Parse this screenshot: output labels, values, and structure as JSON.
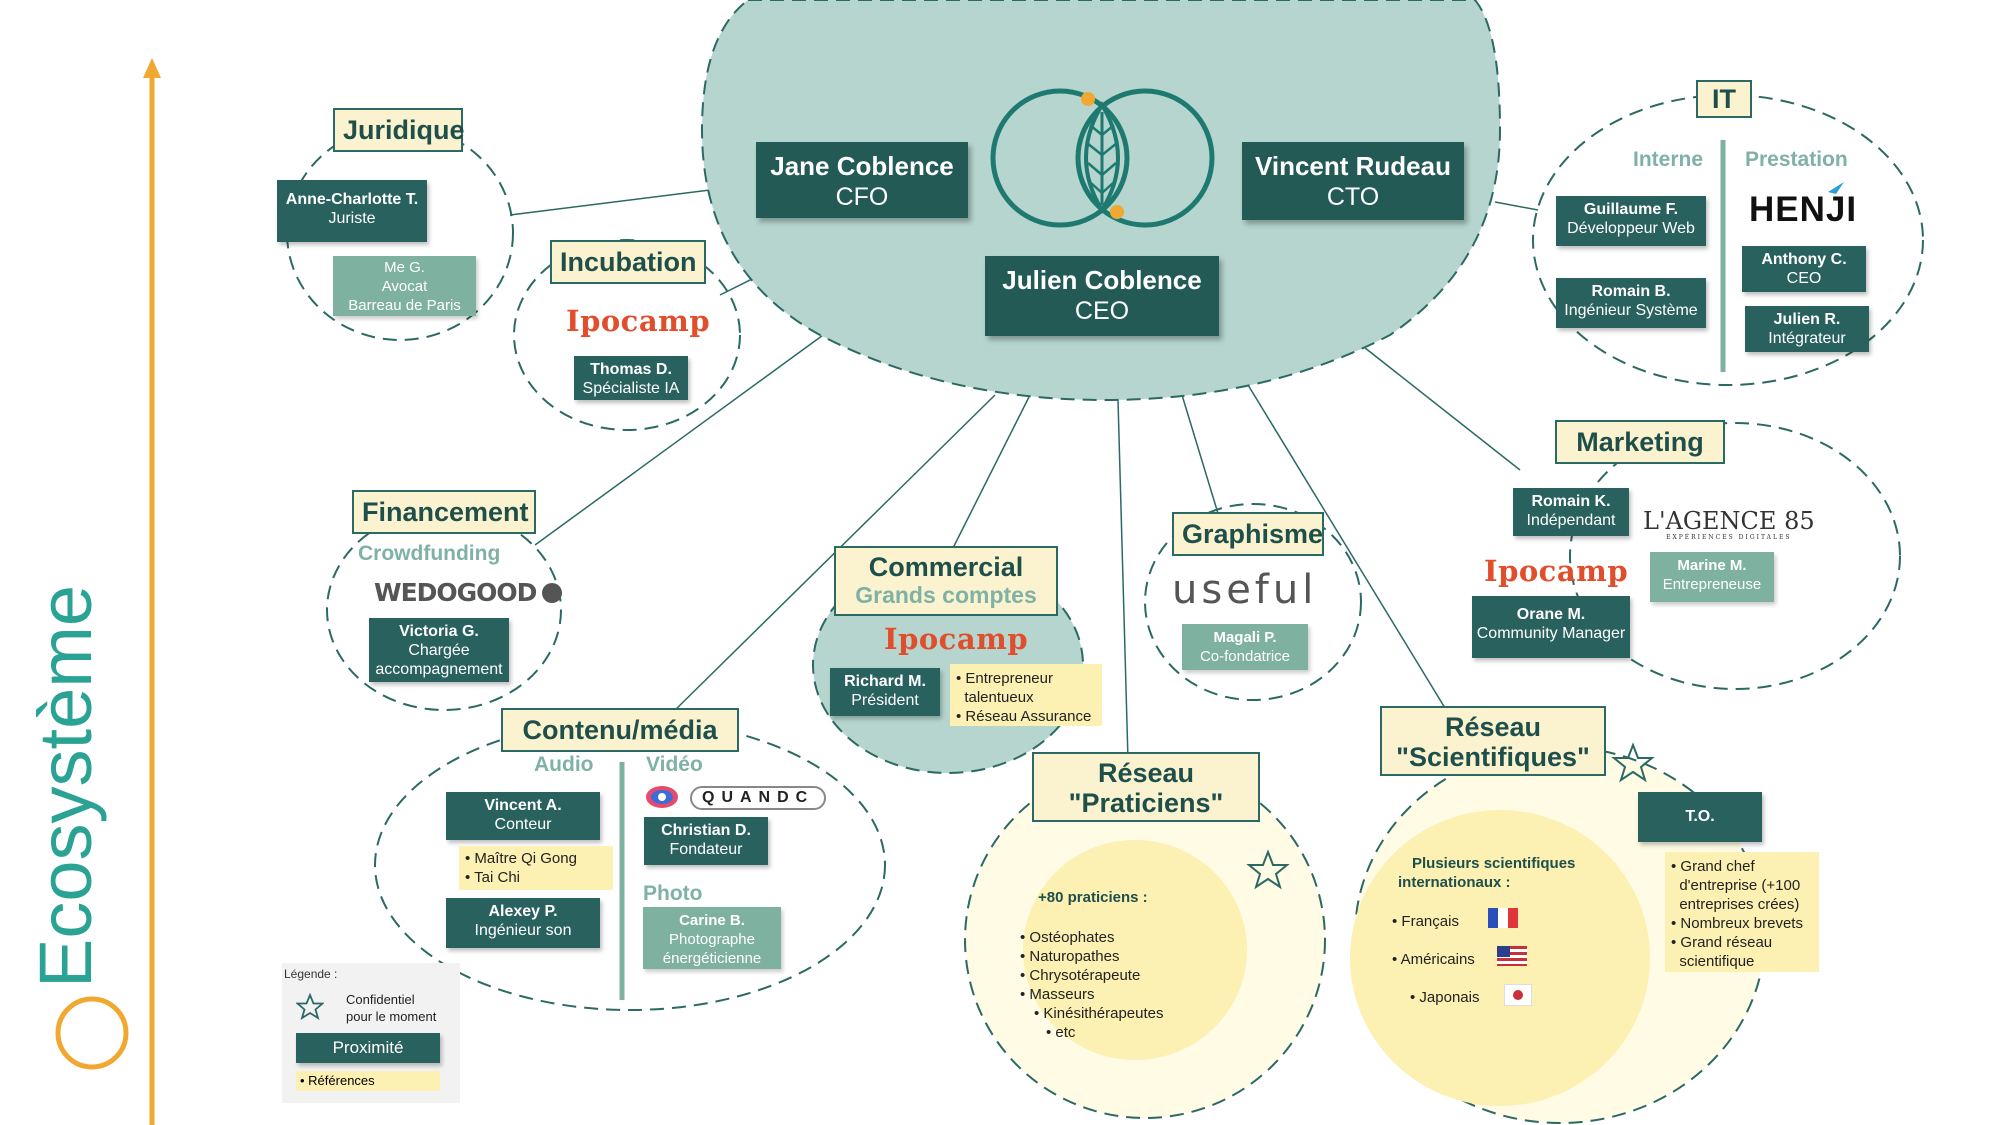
{
  "title": "Ecosystème",
  "core": {
    "cfo": {
      "name": "Jane Coblence",
      "role": "CFO"
    },
    "cto": {
      "name": "Vincent Rudeau",
      "role": "CTO"
    },
    "ceo": {
      "name": "Julien Coblence",
      "role": "CEO"
    }
  },
  "juridique": {
    "title": "Juridique",
    "members": [
      {
        "name": "Anne-Charlotte T.",
        "role": "Juriste"
      },
      {
        "name": "Me G.",
        "role": "Avocat",
        "extra": "Barreau de Paris"
      }
    ]
  },
  "incubation": {
    "title": "Incubation",
    "logo": "Ipocamp",
    "member": {
      "name": "Thomas D.",
      "role": "Spécialiste IA"
    }
  },
  "financement": {
    "title": "Financement",
    "subtitle": "Crowdfunding",
    "logo": "WEDOGOOD",
    "member": {
      "name": "Victoria G.",
      "role": "Chargée",
      "extra": "accompagnement"
    }
  },
  "contenu": {
    "title": "Contenu/média",
    "audio_label": "Audio",
    "video_label": "Vidéo",
    "photo_label": "Photo",
    "video_logo": "QUANDC",
    "audio_members": [
      {
        "name": "Vincent A.",
        "role": "Conteur"
      },
      {
        "name": "Alexey P.",
        "role": "Ingénieur son"
      }
    ],
    "audio_refs": [
      "Maître Qi Gong",
      "Tai Chi"
    ],
    "video_member": {
      "name": "Christian D.",
      "role": "Fondateur"
    },
    "photo_member": {
      "name": "Carine B.",
      "role": "Photographe",
      "extra": "énergéticienne"
    }
  },
  "commercial": {
    "title": "Commercial",
    "subtitle": "Grands comptes",
    "logo": "Ipocamp",
    "member": {
      "name": "Richard M.",
      "role": "Président"
    },
    "refs": [
      "Entrepreneur",
      "talentueux",
      "Réseau Assurance"
    ]
  },
  "graphisme": {
    "title": "Graphisme",
    "logo": "useful",
    "member": {
      "name": "Magali P.",
      "role": "Co-fondatrice"
    }
  },
  "praticiens": {
    "title": "Réseau",
    "subtitle": "\"Praticiens\"",
    "heading": "+80 praticiens :",
    "items": [
      "Ostéophates",
      "Naturopathes",
      "Chrysotérapeute",
      "Masseurs",
      "Kinésithérapeutes",
      "etc"
    ]
  },
  "scientifiques": {
    "title": "Réseau",
    "subtitle": "\"Scientifiques\"",
    "heading_1": "Plusieurs scientifiques",
    "heading_2": "internationaux :",
    "items": [
      "Français",
      "Américains",
      "Japonais"
    ],
    "to_label": "T.O.",
    "to_refs": [
      "Grand chef",
      "d'entreprise (+100",
      "entreprises crées)",
      "Nombreux brevets",
      "Grand réseau",
      "scientifique"
    ]
  },
  "marketing": {
    "title": "Marketing",
    "logo_1": "Ipocamp",
    "logo_2": "L'AGENCE 85",
    "logo_2_sub": "EXPÉRIENCES DIGITALES",
    "members": [
      {
        "name": "Romain K.",
        "role": "Indépendant"
      },
      {
        "name": "Marine M.",
        "role": "Entrepreneuse"
      },
      {
        "name": "Orane M.",
        "role": "Community Manager"
      }
    ]
  },
  "it": {
    "title": "IT",
    "interne_label": "Interne",
    "prestation_label": "Prestation",
    "logo": "HENJI",
    "interne": [
      {
        "name": "Guillaume F.",
        "role": "Développeur Web"
      },
      {
        "name": "Romain B.",
        "role": "Ingénieur Système"
      }
    ],
    "prestation": [
      {
        "name": "Anthony C.",
        "role": "CEO"
      },
      {
        "name": "Julien R.",
        "role": "Intégrateur"
      }
    ]
  },
  "legend": {
    "title": "Légende :",
    "star_1": "Confidentiel",
    "star_2": "pour le moment",
    "proximity": "Proximité",
    "refs": "Références"
  },
  "colors": {
    "dark": "#28615d",
    "light": "#7fb1a1",
    "orange": "#f0a830",
    "cream": "#fbf3cf",
    "note": "#fcf0b3",
    "ipocamp": "#e04e2c"
  }
}
